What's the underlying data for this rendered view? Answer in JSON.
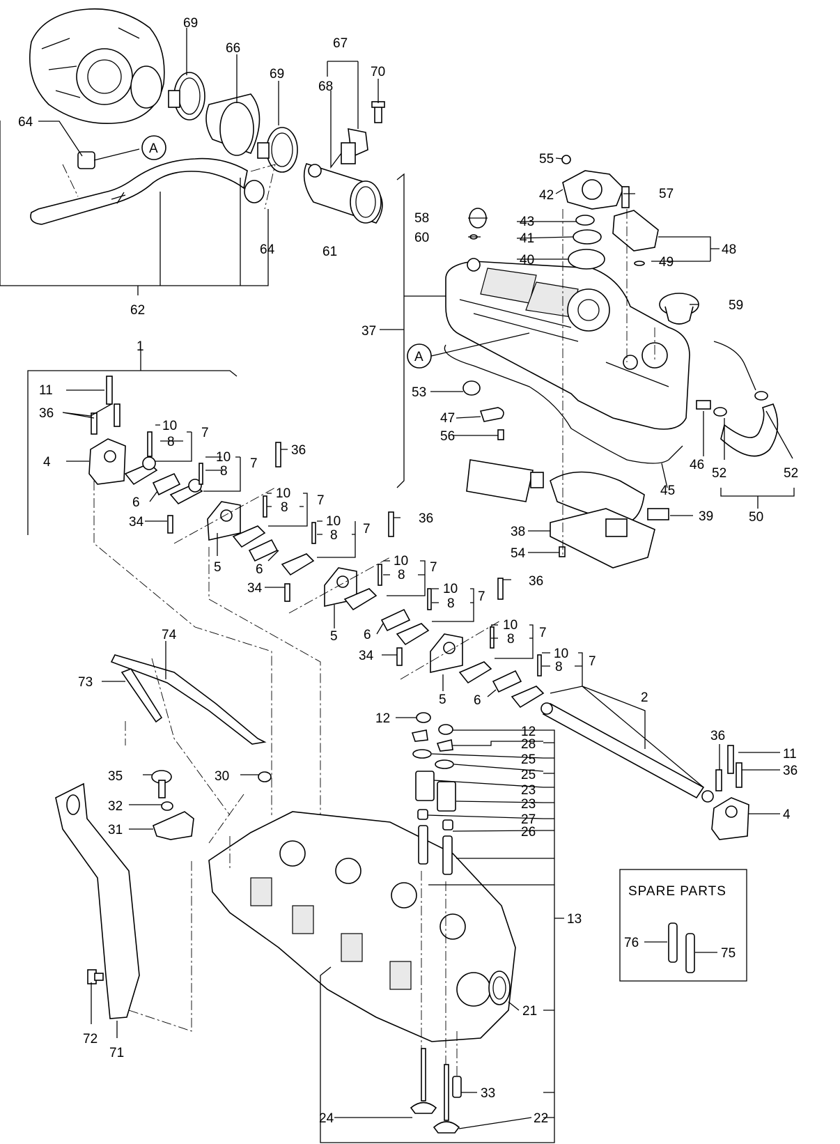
{
  "callouts": {
    "c69a": "69",
    "c66": "66",
    "c67": "67",
    "c70": "70",
    "c68": "68",
    "c69b": "69",
    "c64a": "64",
    "cAa": "A",
    "c64b": "64",
    "c61": "61",
    "c62": "62",
    "c55": "55",
    "c42": "42",
    "c57": "57",
    "c58": "58",
    "c43": "43",
    "c60": "60",
    "c41": "41",
    "c48": "48",
    "c40": "40",
    "c49": "49",
    "c59": "59",
    "c37": "37",
    "cAb": "A",
    "c53": "53",
    "c47": "47",
    "c56": "56",
    "c46": "46",
    "c52a": "52",
    "c52b": "52",
    "c45": "45",
    "c50": "50",
    "c39": "39",
    "c38": "38",
    "c54": "54",
    "c1": "1",
    "c11a": "11",
    "c36a": "36",
    "c10a": "10",
    "c8a": "8",
    "c7a": "7",
    "c4a": "4",
    "c10b": "10",
    "c8b": "8",
    "c7b": "7",
    "c36b": "36",
    "c6a": "6",
    "c10c": "10",
    "c8c": "8",
    "c7c": "7",
    "c34a": "34",
    "c10d": "10",
    "c8d": "8",
    "c7d": "7",
    "c36c": "36",
    "c5a": "5",
    "c6b": "6",
    "c10e": "10",
    "c8e": "8",
    "c7e": "7",
    "c34b": "34",
    "c10f": "10",
    "c8f": "8",
    "c7f": "7",
    "c36d": "36",
    "c5b": "5",
    "c6c": "6",
    "c10g": "10",
    "c8g": "8",
    "c7g": "7",
    "c34c": "34",
    "c10h": "10",
    "c8h": "8",
    "c7h": "7",
    "c5c": "5",
    "c6d": "6",
    "c2": "2",
    "c74": "74",
    "c73": "73",
    "c12a": "12",
    "c12b": "12",
    "c28": "28",
    "c25a": "25",
    "c25b": "25",
    "c23a": "23",
    "c23b": "23",
    "c27": "27",
    "c26": "26",
    "c13": "13",
    "c36e": "36",
    "c11b": "11",
    "c36f": "36",
    "c4b": "4",
    "c35": "35",
    "c30": "30",
    "c32": "32",
    "c31": "31",
    "c76": "76",
    "c75": "75",
    "c21": "21",
    "c33": "33",
    "c72": "72",
    "c71": "71",
    "c24": "24",
    "c22": "22"
  },
  "spare_parts": {
    "title": "SPARE  PARTS"
  }
}
